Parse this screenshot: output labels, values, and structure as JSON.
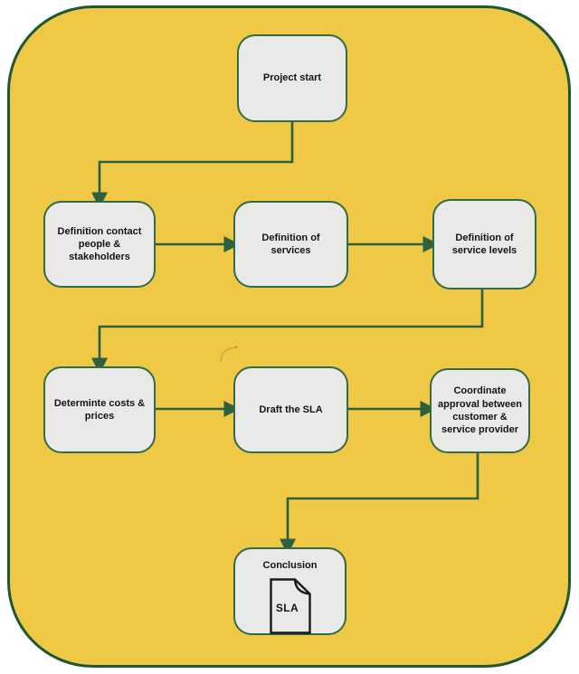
{
  "diagram": {
    "type": "flowchart",
    "description": "SLA creation process flowchart on rounded yellow canvas",
    "colors": {
      "page_background": "#ffffff",
      "canvas_background": "#efc845",
      "canvas_border": "#1d5835",
      "node_fill": "#e9e9e7",
      "node_border": "#336b49",
      "connector": "#2c6140",
      "text": "#141414"
    },
    "nodes": [
      {
        "id": "project-start",
        "label": "Project start"
      },
      {
        "id": "definition-contact",
        "label": "Definition contact people & stakeholders"
      },
      {
        "id": "definition-services",
        "label": "Definition of services"
      },
      {
        "id": "definition-service-levels",
        "label": "Definition of service levels"
      },
      {
        "id": "determinte-costs",
        "label": "Determinte costs & prices"
      },
      {
        "id": "draft-sla",
        "label": "Draft the SLA"
      },
      {
        "id": "coordinate-approval",
        "label": "Coordinate approval between customer & service provider"
      },
      {
        "id": "conclusion",
        "label": "Conclusion",
        "icon": "sla-document-icon",
        "icon_label": "SLA"
      }
    ],
    "edges": [
      {
        "from": "project-start",
        "to": "definition-contact"
      },
      {
        "from": "definition-contact",
        "to": "definition-services"
      },
      {
        "from": "definition-services",
        "to": "definition-service-levels"
      },
      {
        "from": "definition-service-levels",
        "to": "determinte-costs"
      },
      {
        "from": "determinte-costs",
        "to": "draft-sla"
      },
      {
        "from": "draft-sla",
        "to": "coordinate-approval"
      },
      {
        "from": "coordinate-approval",
        "to": "conclusion"
      }
    ]
  }
}
